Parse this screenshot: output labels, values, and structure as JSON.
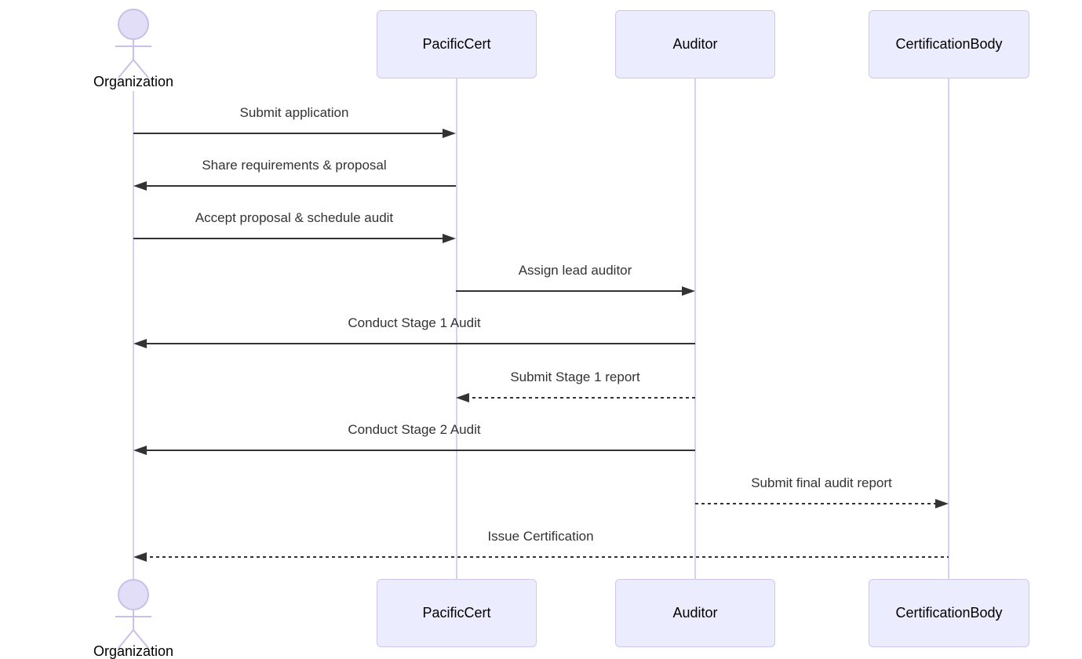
{
  "diagram": {
    "type": "sequence-diagram",
    "background": "#FFFFFF"
  },
  "colors": {
    "participant_fill": "#ECECFF",
    "participant_border": "#CFC5ED",
    "lifeline": "#D8CFF2",
    "actor_head_fill": "#E3DEF8",
    "actor_stroke": "#C9BFE9",
    "message_line": "#333333",
    "message_text": "#333333",
    "label_text": "#000000"
  },
  "participants": [
    {
      "id": "organization",
      "label": "Organization",
      "kind": "actor"
    },
    {
      "id": "pacificcert",
      "label": "PacificCert",
      "kind": "participant"
    },
    {
      "id": "auditor",
      "label": "Auditor",
      "kind": "participant"
    },
    {
      "id": "certificationbody",
      "label": "CertificationBody",
      "kind": "participant"
    }
  ],
  "messages": [
    {
      "label": "Submit application",
      "from": "Organization",
      "to": "PacificCert",
      "line": "solid"
    },
    {
      "label": "Share requirements & proposal",
      "from": "PacificCert",
      "to": "Organization",
      "line": "solid"
    },
    {
      "label": "Accept proposal & schedule audit",
      "from": "Organization",
      "to": "PacificCert",
      "line": "solid"
    },
    {
      "label": "Assign lead auditor",
      "from": "PacificCert",
      "to": "Auditor",
      "line": "solid"
    },
    {
      "label": "Conduct Stage 1 Audit",
      "from": "Auditor",
      "to": "Organization",
      "line": "solid"
    },
    {
      "label": "Submit Stage 1 report",
      "from": "Auditor",
      "to": "PacificCert",
      "line": "dashed"
    },
    {
      "label": "Conduct Stage 2 Audit",
      "from": "Auditor",
      "to": "Organization",
      "line": "solid"
    },
    {
      "label": "Submit final audit report",
      "from": "Auditor",
      "to": "CertificationBody",
      "line": "dashed"
    },
    {
      "label": "Issue Certification",
      "from": "CertificationBody",
      "to": "Organization",
      "line": "dashed"
    }
  ]
}
